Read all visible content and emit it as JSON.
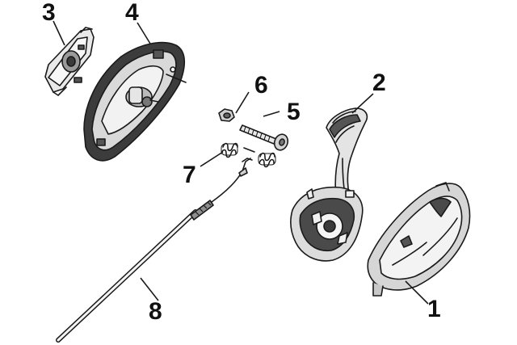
{
  "diagram": {
    "callouts": [
      {
        "id": "1",
        "label": "1",
        "part": "lower-housing-cover"
      },
      {
        "id": "2",
        "label": "2",
        "part": "handle-lever"
      },
      {
        "id": "3",
        "label": "3",
        "part": "small-cover-plate"
      },
      {
        "id": "4",
        "label": "4",
        "part": "upper-housing-cover"
      },
      {
        "id": "5",
        "label": "5",
        "part": "bolt"
      },
      {
        "id": "6",
        "label": "6",
        "part": "nut"
      },
      {
        "id": "7",
        "label": "7",
        "part": "springs-and-pin"
      },
      {
        "id": "8",
        "label": "8",
        "part": "control-cable"
      }
    ],
    "colors": {
      "ink": "#1a1a1a",
      "part_light": "#f1f1f1",
      "part_mid": "#bdbdbd",
      "part_dark": "#4a4a4a",
      "background": "#ffffff"
    }
  }
}
